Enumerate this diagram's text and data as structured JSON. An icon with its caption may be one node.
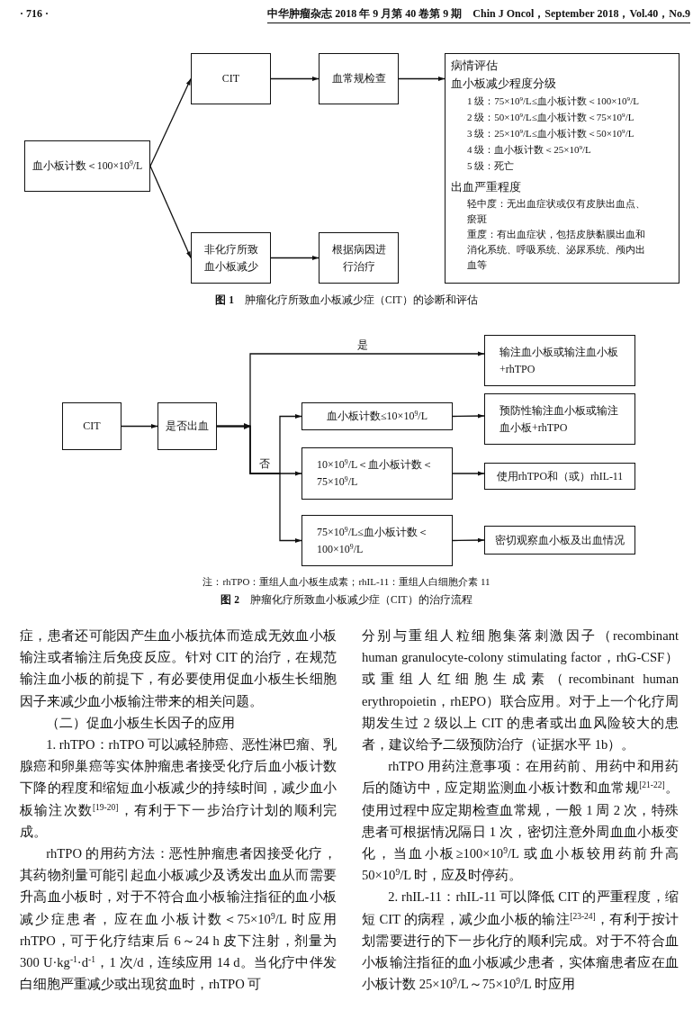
{
  "diagram": {
    "nodes": [
      {
        "text": [
          "血小板计数＜100×10$^{9}$/L"
        ]
      },
      {
        "text": [
          "CIT"
        ]
      },
      {
        "text": [
          "血常规检查"
        ]
      },
      {
        "text": [
          "病情评估",
          "血小板减少程度分级",
          "1 级：75×10$^{9}$/L≤血小板计数＜100×10$^{9}$/L",
          "2 级：50×10$^{9}$/L≤血小板计数＜75×10$^{9}$/L",
          "3 级：25×10$^{9}$/L≤血小板计数＜50×10$^{9}$/L",
          "4 级：血小板计数＜25×10$^{9}$/L",
          "5 级：死亡",
          "出血严重程度",
          "轻中度：无出血症状或仅有皮肤出血点、瘀斑",
          "重度：有出血症状，包括皮肤黏膜出血和消化系统、呼吸系统、泌尿系统、颅内出血等"
        ]
      },
      {
        "text": [
          "非化疗所致血小板减少"
        ]
      },
      {
        "text": [
          "根据病因进行治疗"
        ]
      },
      {
        "text": [
          "CIT"
        ]
      },
      {
        "text": [
          "是否出血"
        ]
      },
      {
        "text": [
          "输注血小板或输注血小板+rhTPO"
        ]
      },
      {
        "text": [
          "血小板计数≤10×10$^{9}$/L"
        ]
      },
      {
        "text": [
          "10×10$^{9}$/L＜血小板计数＜75×10$^{9}$/L"
        ]
      },
      {
        "text": [
          "75×10$^{9}$/L≤血小板计数＜100×10$^{9}$/L"
        ]
      },
      {
        "text": [
          "预防性输注血小板或输注血小板+rhTPO"
        ]
      },
      {
        "text": [
          "使用rhTPO和（或）rhIL-11"
        ]
      },
      {
        "text": [
          "密切观察血小板及出血情况"
        ]
      }
    ],
    "edges": [
      {
        "from": 0,
        "to": 1,
        "arrow": "to"
      },
      {
        "from": 0,
        "to": 4,
        "arrow": "to"
      },
      {
        "from": 1,
        "to": 2,
        "arrow": "to"
      },
      {
        "from": 2,
        "to": 3,
        "arrow": "to"
      },
      {
        "from": 4,
        "to": 5,
        "arrow": "to"
      },
      {
        "from": 6,
        "to": 7,
        "arrow": "to"
      },
      {
        "from": 7,
        "to": 8,
        "arrow": "to",
        "label": "是"
      },
      {
        "from": 7,
        "to": 9,
        "arrow": "to"
      },
      {
        "from": 7,
        "to": 10,
        "arrow": "to",
        "label": "否"
      },
      {
        "from": 7,
        "to": 11,
        "arrow": "to"
      },
      {
        "from": 9,
        "to": 12,
        "arrow": "to"
      },
      {
        "from": 10,
        "to": 13,
        "arrow": "to"
      },
      {
        "from": 11,
        "to": 14,
        "arrow": "to"
      }
    ],
    "labels": [
      "· 716 ·",
      "中华肿瘤杂志 2018 年 9 月第 40 卷第 9 期　Chin J Oncol，September 2018，Vol.40，No.9",
      "**图 1**　肿瘤化疗所致血小板减少症（CIT）的诊断和评估",
      "注：rhTPO：重组人血小板生成素；rhIL-11：重组人白细胞介素 11",
      "**图 2**　肿瘤化疗所致血小板减少症（CIT）的治疗流程",
      "症，患者还可能因产生血小板抗体而造成无效血小板输注或者输注后免疫反应。针对 CIT 的治疗，在规范输注血小板的前提下，有必要使用促血小板生长细胞因子来减少血小板输注带来的相关问题。",
      "（二）促血小板生长因子的应用",
      "1. rhTPO：rhTPO 可以减轻肺癌、恶性淋巴瘤、乳腺癌和卵巢癌等实体肿瘤患者接受化疗后血小板计数下降的程度和缩短血小板减少的持续时间，减少血小板输注次数$^{[19-20]}$，有利于下一步治疗计划的顺利完成。",
      "rhTPO 的用药方法：恶性肿瘤患者因接受化疗，其药物剂量可能引起血小板减少及诱发出血从而需要升高血小板时，对于不符合血小板输注指征的血小板减少症患者，应在血小板计数＜75×10$^{9}$/L 时应用 rhTPO，可于化疗结束后 6～24 h 皮下注射，剂量为 300 U·kg$^{-1}$·d$^{-1}$，1 次/d，连续应用 14 d。当化疗中伴发白细胞严重减少或出现贫血时，rhTPO 可",
      "分别与重组人粒细胞集落刺激因子（recombinant human granulocyte-colony stimulating factor，rhG-CSF）或重组人红细胞生成素（recombinant human erythropoietin，rhEPO）联合应用。对于上一个化疗周期发生过 2 级以上 CIT 的患者或出血风险较大的患者，建议给予二级预防治疗（证据水平 1b）。",
      "rhTPO 用药注意事项：在用药前、用药中和用药后的随访中，应定期监测血小板计数和血常规$^{[21-22]}$。使用过程中应定期检查血常规，一般 1 周 2 次，特殊患者可根据情况隔日 1 次，密切注意外周血血小板变化，当血小板≥100×10$^{9}$/L 或血小板较用药前升高 50×10$^{9}$/L 时，应及时停药。",
      "2. rhIL-11：rhIL-11 可以降低 CIT 的严重程度，缩短 CIT 的病程，减少血小板的输注$^{[23-24]}$，有利于按计划需要进行的下一步化疗的顺利完成。对于不符合血小板输注指征的血小板减少患者，实体瘤患者应在血小板计数 25×10$^{9}$/L～75×10$^{9}$/L 时应用"
    ]
  }
}
